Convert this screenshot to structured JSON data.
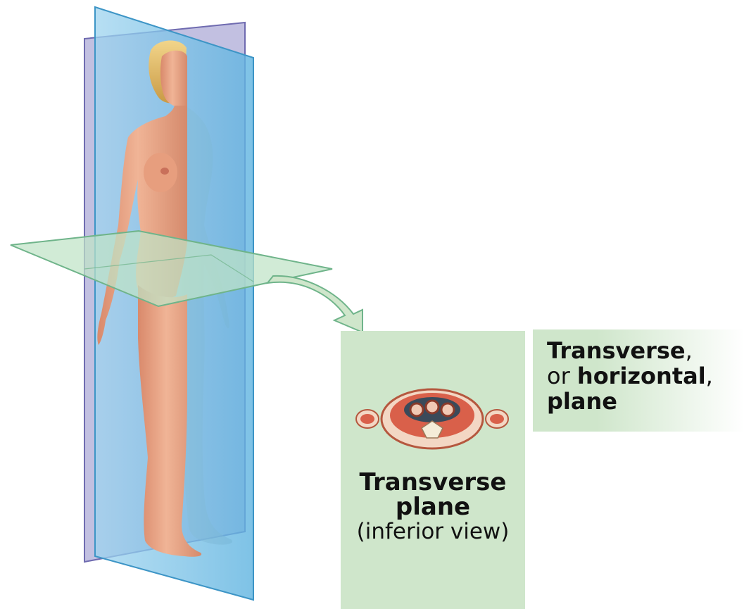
{
  "diagram": {
    "plane_label": {
      "line1_bold": "Transverse",
      "line1_tail": ",",
      "line2_lead": "or ",
      "line2_bold": "horizontal",
      "line2_tail": ",",
      "line3_bold": "plane"
    },
    "panel_caption": {
      "line1": "Transverse",
      "line2": "plane",
      "line3": "(inferior view)"
    },
    "colors": {
      "frontal_plane": "#8a86c4",
      "sagittal_plane": "#7ec3e6",
      "transverse_plane": "#bfe3c6",
      "panel_background": "#cfe6cb",
      "skin": "#e9a889"
    }
  }
}
